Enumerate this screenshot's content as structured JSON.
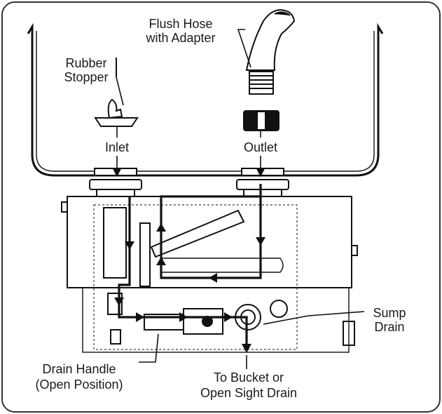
{
  "labels": {
    "flush_hose_line1": "Flush Hose",
    "flush_hose_line2": "with Adapter",
    "rubber_stopper_line1": "Rubber",
    "rubber_stopper_line2": "Stopper",
    "inlet": "Inlet",
    "outlet": "Outlet",
    "sump_drain_line1": "Sump",
    "sump_drain_line2": "Drain",
    "drain_handle_line1": "Drain Handle",
    "drain_handle_line2": "(Open Position)",
    "to_bucket_line1": "To Bucket or",
    "to_bucket_line2": "Open Sight Drain"
  },
  "colors": {
    "line": "#111111",
    "background": "#ffffff",
    "frame": "#333333"
  }
}
